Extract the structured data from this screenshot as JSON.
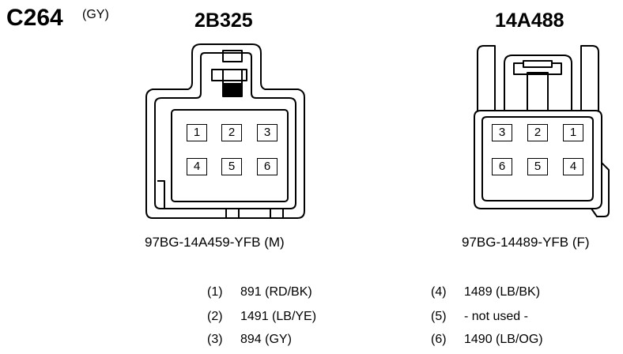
{
  "header": {
    "connector_id": "C264",
    "connector_color": "(GY)"
  },
  "left_connector": {
    "title": "2B325",
    "part_number": "97BG-14A459-YFB (M)",
    "pins_top": [
      "1",
      "2",
      "3"
    ],
    "pins_bottom": [
      "4",
      "5",
      "6"
    ]
  },
  "right_connector": {
    "title": "14A488",
    "part_number": "97BG-14489-YFB (F)",
    "pins_top": [
      "3",
      "2",
      "1"
    ],
    "pins_bottom": [
      "6",
      "5",
      "4"
    ]
  },
  "pinout": [
    {
      "num": "(1)",
      "desc": "891 (RD/BK)"
    },
    {
      "num": "(2)",
      "desc": "1491 (LB/YE)"
    },
    {
      "num": "(3)",
      "desc": "894 (GY)"
    },
    {
      "num": "(4)",
      "desc": "1489 (LB/BK)"
    },
    {
      "num": "(5)",
      "desc": "- not used -"
    },
    {
      "num": "(6)",
      "desc": "1490 (LB/OG)"
    }
  ]
}
